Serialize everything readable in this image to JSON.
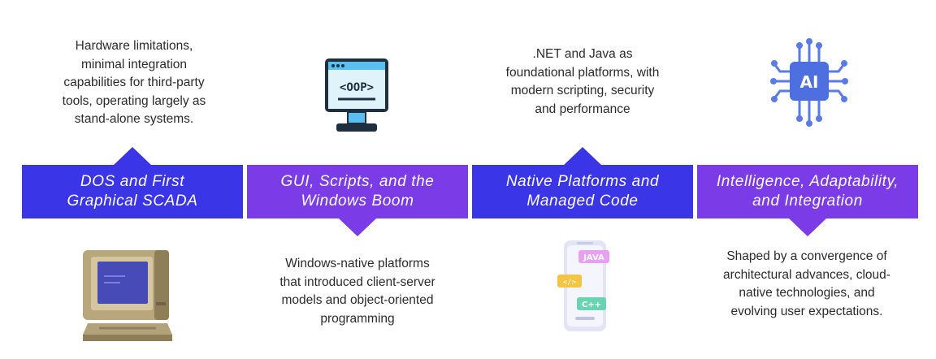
{
  "stages": [
    {
      "title": "DOS and First\nGraphical SCADA",
      "description": "Hardware limitations,\nminimal integration\ncapabilities for third-party\ntools, operating largely as\nstand-alone systems.",
      "icon": "retro-computer-icon"
    },
    {
      "title": "GUI, Scripts, and the\nWindows Boom",
      "description": "Windows-native platforms\nthat introduced client-server\nmodels and object-oriented\nprogramming",
      "icon": "oop-monitor-icon",
      "icon_text": "<OOP>"
    },
    {
      "title": "Native Platforms and\nManaged Code",
      "description": ".NET and Java as\nfoundational platforms, with\nmodern scripting, security\nand performance",
      "icon": "phone-languages-icon",
      "icon_labels": [
        "JAVA",
        "</>",
        "C++"
      ]
    },
    {
      "title": "Intelligence, Adaptability,\nand Integration",
      "description": "Shaped by a convergence of\narchitectural advances, cloud-\nnative technologies, and\nevolving user expectations.",
      "icon": "ai-chip-icon",
      "icon_text": "AI"
    }
  ],
  "colors": {
    "blue": "#3a35e6",
    "purple": "#7b3be6"
  }
}
